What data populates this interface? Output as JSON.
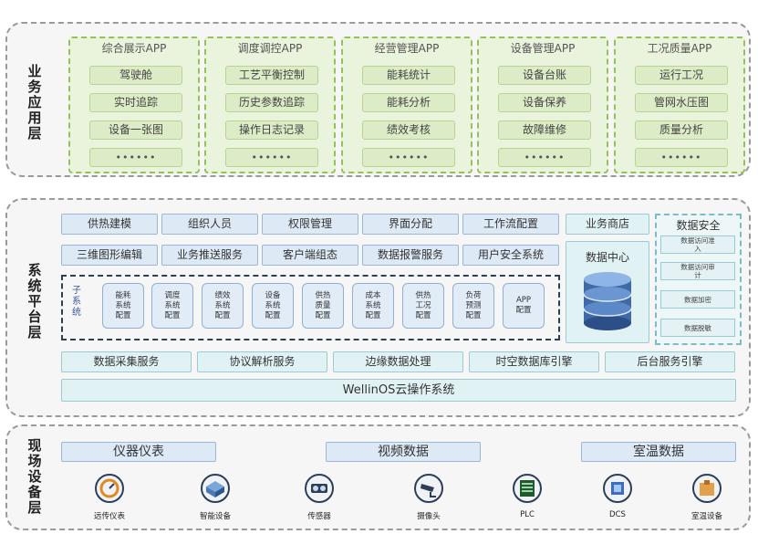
{
  "layers": {
    "business": "业务应用层",
    "platform": "系统平台层",
    "field": "现场设备层"
  },
  "apps": [
    {
      "title": "综合展示APP",
      "items": [
        "驾驶舱",
        "实时追踪",
        "设备一张图",
        "••••••"
      ]
    },
    {
      "title": "调度调控APP",
      "items": [
        "工艺平衡控制",
        "历史参数追踪",
        "操作日志记录",
        "••••••"
      ]
    },
    {
      "title": "经营管理APP",
      "items": [
        "能耗统计",
        "能耗分析",
        "绩效考核",
        "••••••"
      ]
    },
    {
      "title": "设备管理APP",
      "items": [
        "设备台账",
        "设备保养",
        "故障维修",
        "••••••"
      ]
    },
    {
      "title": "工况质量APP",
      "items": [
        "运行工况",
        "管网水压图",
        "质量分析",
        "••••••"
      ]
    }
  ],
  "platform": {
    "row1": [
      "供热建模",
      "组织人员",
      "权限管理",
      "界面分配",
      "工作流配置"
    ],
    "row2": [
      "三维图形编辑",
      "业务推送服务",
      "客户端组态",
      "数据报警服务",
      "用户安全系统"
    ],
    "business_store": "业务商店",
    "data_center": "数据中心",
    "security": {
      "title": "数据安全",
      "items": [
        "数据访问准\n入",
        "数据访问审\n计",
        "数据加密",
        "数据脱敏"
      ]
    },
    "subsystem_label": "子\n系\n统",
    "subsystems": [
      "能耗\n系统\n配置",
      "调度\n系统\n配置",
      "绩效\n系统\n配置",
      "设备\n系统\n配置",
      "供热\n质量\n配置",
      "成本\n系统\n配置",
      "供热\n工况\n配置",
      "负荷\n预测\n配置",
      "APP\n配置"
    ],
    "services": [
      "数据采集服务",
      "协议解析服务",
      "边缘数据处理",
      "时空数据库引擎",
      "后台服务引擎"
    ],
    "os": "WellinOS云操作系统"
  },
  "field": {
    "categories": [
      "仪器仪表",
      "视频数据",
      "室温数据"
    ],
    "devices": [
      "远传仪表",
      "智能设备",
      "传感器",
      "摄像头",
      "PLC",
      "DCS",
      "室温设备"
    ]
  },
  "colors": {
    "app_border": "#93c15a",
    "platform_box": "#dde9f5",
    "dark": "#2c3e58"
  }
}
